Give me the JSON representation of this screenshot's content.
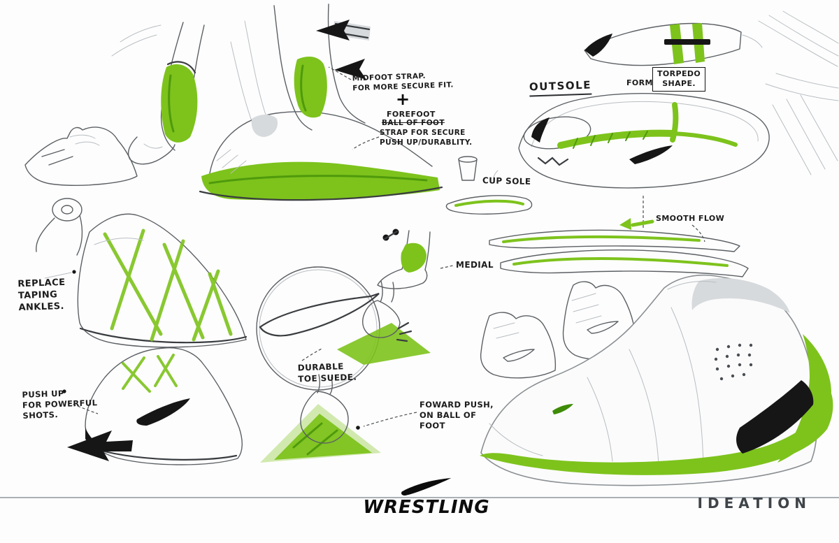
{
  "annotations": {
    "midfoot_strap": "MIDFOOT STRAP.\nFOR MORE SECURE FIT.",
    "plus": "+",
    "forefoot": "FOREFOOT",
    "ball_of_foot_struck": "BALL OF FOOT",
    "strap_note": "STRAP FOR SECURE\nPUSH UP/DURABLITY.",
    "cup_sole": "CUP SOLE",
    "outsole": "OUTSOLE",
    "form": "FORM.",
    "torpedo": "TORPEDO\nSHAPE.",
    "smooth_flow": "SMOOTH  FLOW",
    "medial": "MEDIAL",
    "replace_taping": "REPLACE\nTAPING\nANKLES.",
    "durable_toe": "DURABLE\nTOE SUEDE.",
    "push_up": "PUSH UP\nFOR POWERFUL\nSHOTS.",
    "forward_push": "FOWARD PUSH,\nON BALL OF\nFOOT"
  },
  "footer": {
    "wordmark": "WRESTLING",
    "label": "IDEATION"
  },
  "colors": {
    "volt": "#7dc31c",
    "volt_dark": "#4f9a0c",
    "ink": "#161616",
    "pencil": "#5c6064",
    "rule": "#a9b0b5",
    "ideation": "#3f4449"
  }
}
